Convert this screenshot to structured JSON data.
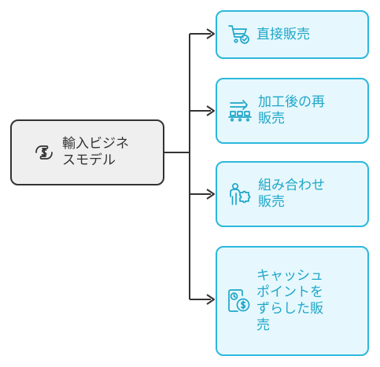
{
  "root": {
    "label": "輸入ビジネ\nスモデル",
    "icon": "money-hands-icon"
  },
  "branches": [
    {
      "label": "直接販売",
      "icon": "shopping-cart-icon"
    },
    {
      "label": "加工後の再\n販売",
      "icon": "conveyor-icon"
    },
    {
      "label": "組み合わせ\n販売",
      "icon": "person-puzzle-icon"
    },
    {
      "label": "キャッシュ\nポイントを\nずらした販\n売",
      "icon": "clock-dollar-icon"
    }
  ],
  "colors": {
    "leaf_border": "#2cb8dc",
    "leaf_fill": "#e6f8fd",
    "leaf_text": "#1fa6c9",
    "root_fill": "#efefef",
    "root_border": "#333333",
    "connector": "#333333"
  }
}
